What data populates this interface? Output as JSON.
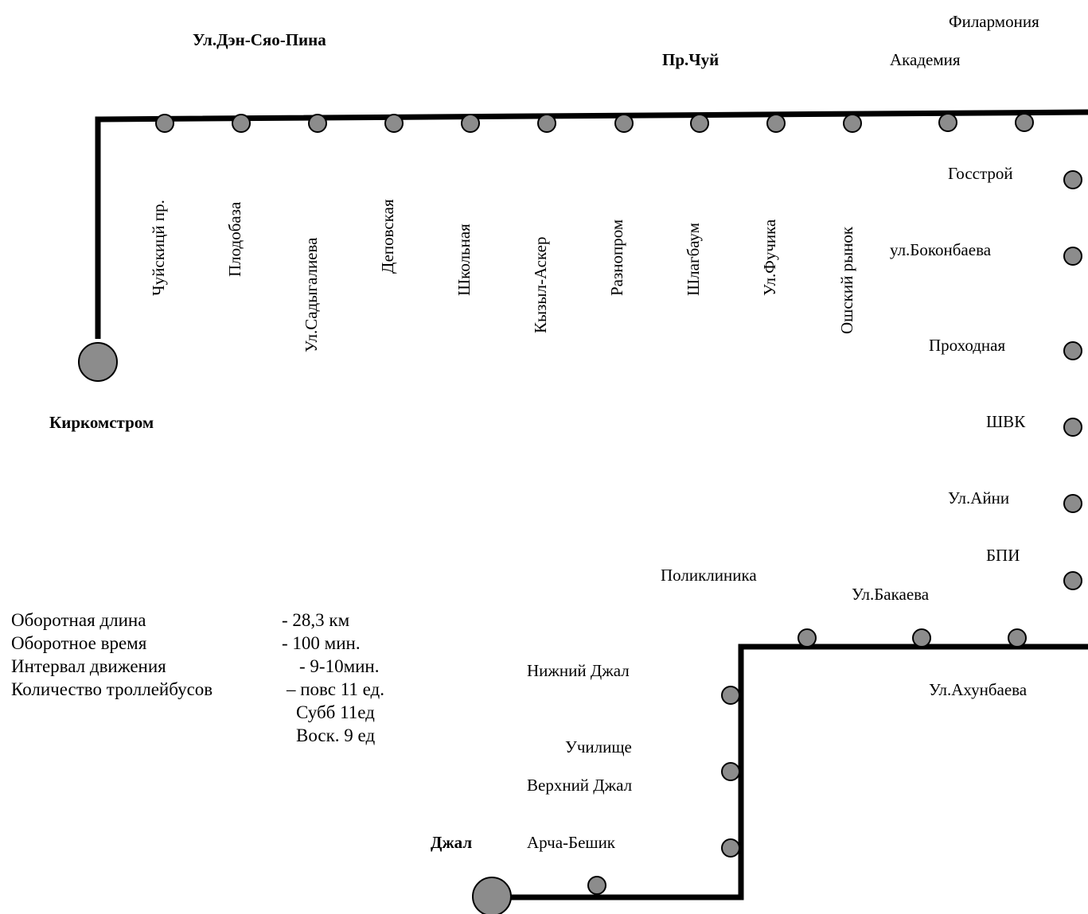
{
  "colors": {
    "line": "#000000",
    "stop_fill": "#8c8c8c",
    "stop_stroke": "#000000"
  },
  "terminals": {
    "kirkomstrom": "Киркомстром",
    "dzhal": "Джал"
  },
  "streets": {
    "den_syao_pina": "Ул.Дэн-Сяо-Пина",
    "chuy": "Пр.Чуй"
  },
  "top_stops": {
    "filarmoniya": "Филармония",
    "akademiya": "Академия"
  },
  "vertical_stops": [
    "Чуйскицй пр.",
    "Плодобаза",
    "Ул.Садыгалиева",
    "Деповская",
    "Школьная",
    "Кызыл-Аскер",
    "Разнопром",
    "Шлагбаум",
    "Ул.Фучика",
    "Ошский рынок"
  ],
  "right_stops": {
    "gosstroy": "Госстрой",
    "bokonbaeva": "ул.Боконбаева",
    "prokhodnaya": "Проходная",
    "shvk": "ШВК",
    "aini": "Ул.Айни",
    "bpi": "БПИ"
  },
  "bottom_stops": {
    "poliklinika": "Поликлиника",
    "bakaeva": "Ул.Бакаева",
    "akhunbaeva": "Ул.Ахунбаева",
    "nizhniy_dzhal": "Нижний Джал",
    "uchilische": "Училище",
    "verkhniy_dzhal": "Верхний Джал",
    "archa_beshik": "Арча-Бешик"
  },
  "info": {
    "length_label": "Оборотная длина",
    "length_value": "- 28,3  км",
    "time_label": "Оборотное время",
    "time_value": "- 100 мин.",
    "interval_label": "Интервал движения",
    "interval_value": "- 9-10мин.",
    "count_label": "Количество троллейбусов",
    "count_weekday": "– повс 11 ед.",
    "count_saturday": "Субб 11ед",
    "count_sunday": "Воск. 9 ед"
  }
}
